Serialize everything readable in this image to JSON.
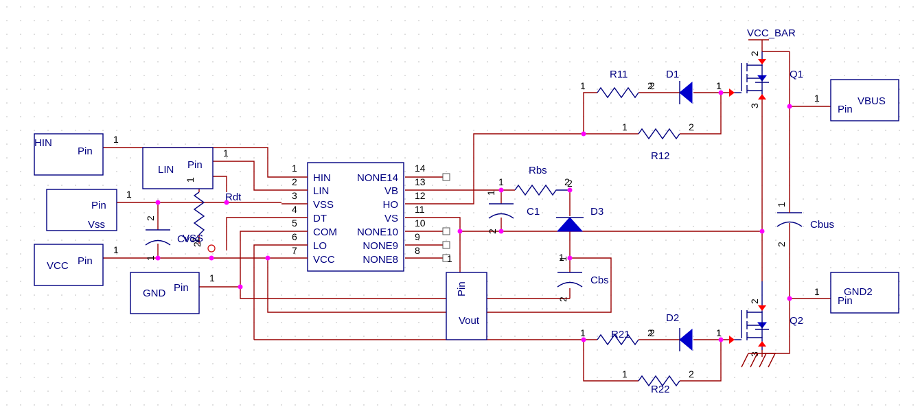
{
  "ic": {
    "left_pins": [
      {
        "num": "1",
        "name": "HIN"
      },
      {
        "num": "2",
        "name": "LIN"
      },
      {
        "num": "3",
        "name": "VSS"
      },
      {
        "num": "4",
        "name": "DT"
      },
      {
        "num": "5",
        "name": "COM"
      },
      {
        "num": "6",
        "name": "LO"
      },
      {
        "num": "7",
        "name": "VCC"
      }
    ],
    "right_pins": [
      {
        "num": "14",
        "name": "NONE14"
      },
      {
        "num": "13",
        "name": "VB"
      },
      {
        "num": "12",
        "name": "HO"
      },
      {
        "num": "11",
        "name": "VS"
      },
      {
        "num": "10",
        "name": "NONE10"
      },
      {
        "num": "9",
        "name": "NONE9"
      },
      {
        "num": "8",
        "name": "NONE8"
      }
    ]
  },
  "ports": {
    "hin": {
      "name": "HIN",
      "pin": "Pin",
      "num": "1"
    },
    "lin": {
      "name": "LIN",
      "pin": "Pin",
      "num": "1"
    },
    "vss": {
      "name": "Vss",
      "pin": "Pin",
      "num": "1"
    },
    "vcc": {
      "name": "VCC",
      "pin": "Pin",
      "num": "1"
    },
    "gnd": {
      "name": "GND",
      "pin": "Pin",
      "num": "1"
    },
    "vout": {
      "name": "Vout",
      "pin": "Pin",
      "num": "1"
    },
    "vbus": {
      "name": "VBUS",
      "pin": "Pin",
      "num": "1"
    },
    "gnd2": {
      "name": "GND2",
      "pin": "Pin",
      "num": "1"
    }
  },
  "parts": {
    "r11": {
      "name": "R11",
      "p1": "1",
      "p2": "2"
    },
    "r12": {
      "name": "R12",
      "p1": "1",
      "p2": "2"
    },
    "r21": {
      "name": "R21",
      "p1": "1",
      "p2": "2"
    },
    "r22": {
      "name": "R22",
      "p1": "1",
      "p2": "2"
    },
    "rbs": {
      "name": "Rbs",
      "p1": "1",
      "p2": "2"
    },
    "rdt": {
      "name": "Rdt",
      "p1": "1",
      "p2": "2"
    },
    "d1": {
      "name": "D1",
      "p1": "2",
      "p2": "1"
    },
    "d2": {
      "name": "D2",
      "p1": "2",
      "p2": "1"
    },
    "d3": {
      "name": "D3",
      "p1": "2",
      "p2": "1"
    },
    "c1": {
      "name": "C1",
      "p1": "1",
      "p2": "2"
    },
    "cbs": {
      "name": "Cbs",
      "p1": "1",
      "p2": "2"
    },
    "cbus": {
      "name": "Cbus",
      "p1": "1",
      "p2": "2"
    },
    "cvcc": {
      "name": "Cvcc",
      "p1": "2",
      "p2": "1"
    },
    "q1": {
      "name": "Q1",
      "d": "2",
      "g": "1",
      "s": "3"
    },
    "q2": {
      "name": "Q2",
      "d": "2",
      "g": "1",
      "s": "3"
    }
  },
  "supply": {
    "vcc_bar": "VCC_BAR"
  },
  "overlap": {
    "vss_text": "VSS",
    "pin2": "2"
  },
  "colors": {
    "wire": "#990000",
    "symbol": "#000080",
    "junction": "#ff00ff",
    "terminal": "#ff0000",
    "diode": "#0000cc"
  }
}
